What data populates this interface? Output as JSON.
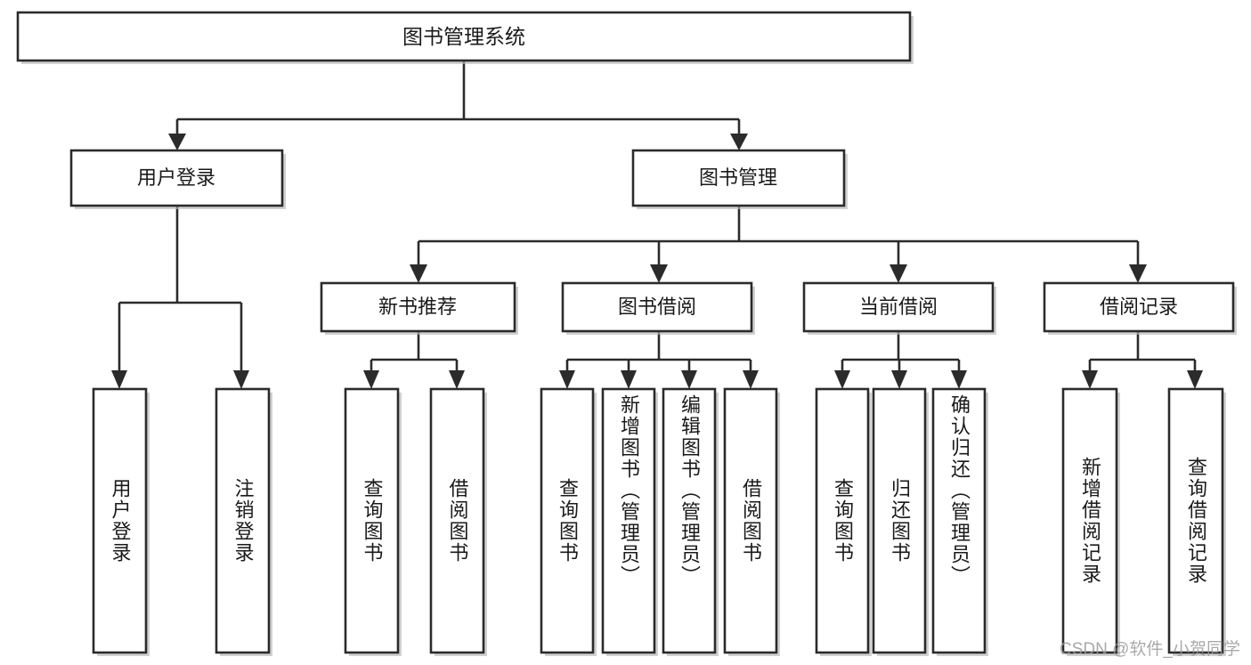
{
  "diagram": {
    "type": "tree-hierarchy",
    "title": "图书管理系统",
    "root": {
      "id": "root",
      "label": "图书管理系统",
      "orientation": "horizontal"
    },
    "level2": [
      {
        "id": "user-login",
        "label": "用户登录",
        "orientation": "horizontal"
      },
      {
        "id": "book-manage",
        "label": "图书管理",
        "orientation": "horizontal"
      }
    ],
    "level3": [
      {
        "id": "new-book-recommend",
        "label": "新书推荐",
        "orientation": "horizontal",
        "parent": "book-manage"
      },
      {
        "id": "book-borrow",
        "label": "图书借阅",
        "orientation": "horizontal",
        "parent": "book-manage"
      },
      {
        "id": "current-borrow",
        "label": "当前借阅",
        "orientation": "horizontal",
        "parent": "book-manage"
      },
      {
        "id": "borrow-record",
        "label": "借阅记录",
        "orientation": "horizontal",
        "parent": "book-manage"
      }
    ],
    "leaves": [
      {
        "id": "leaf-user-login",
        "label": "用户登录",
        "parent": "user-login",
        "orientation": "vertical"
      },
      {
        "id": "leaf-logout-login",
        "label": "注销登录",
        "parent": "user-login",
        "orientation": "vertical"
      },
      {
        "id": "leaf-query-book-1",
        "label": "查询图书",
        "parent": "new-book-recommend",
        "orientation": "vertical"
      },
      {
        "id": "leaf-borrow-book-1",
        "label": "借阅图书",
        "parent": "new-book-recommend",
        "orientation": "vertical"
      },
      {
        "id": "leaf-query-book-2",
        "label": "查询图书",
        "parent": "book-borrow",
        "orientation": "vertical"
      },
      {
        "id": "leaf-add-book",
        "label": "新增图书（管理员）",
        "parent": "book-borrow",
        "orientation": "vertical"
      },
      {
        "id": "leaf-edit-book",
        "label": "编辑图书（管理员）",
        "parent": "book-borrow",
        "orientation": "vertical"
      },
      {
        "id": "leaf-borrow-book-2",
        "label": "借阅图书",
        "parent": "book-borrow",
        "orientation": "vertical"
      },
      {
        "id": "leaf-query-book-3",
        "label": "查询图书",
        "parent": "current-borrow",
        "orientation": "vertical"
      },
      {
        "id": "leaf-return-book",
        "label": "归还图书",
        "parent": "current-borrow",
        "orientation": "vertical"
      },
      {
        "id": "leaf-confirm-return",
        "label": "确认归还（管理员）",
        "parent": "current-borrow",
        "orientation": "vertical"
      },
      {
        "id": "leaf-add-record",
        "label": "新增借阅记录",
        "parent": "borrow-record",
        "orientation": "vertical"
      },
      {
        "id": "leaf-query-record",
        "label": "查询借阅记录",
        "parent": "borrow-record",
        "orientation": "vertical"
      }
    ],
    "colors": {
      "stroke": "#2b2b2b",
      "fill": "#ffffff",
      "text": "#1a1a1a",
      "shadow": "#b8b8b8",
      "watermark": "#9b9b9b"
    }
  },
  "watermark": {
    "text": "CSDN @软件_小贺同学"
  }
}
